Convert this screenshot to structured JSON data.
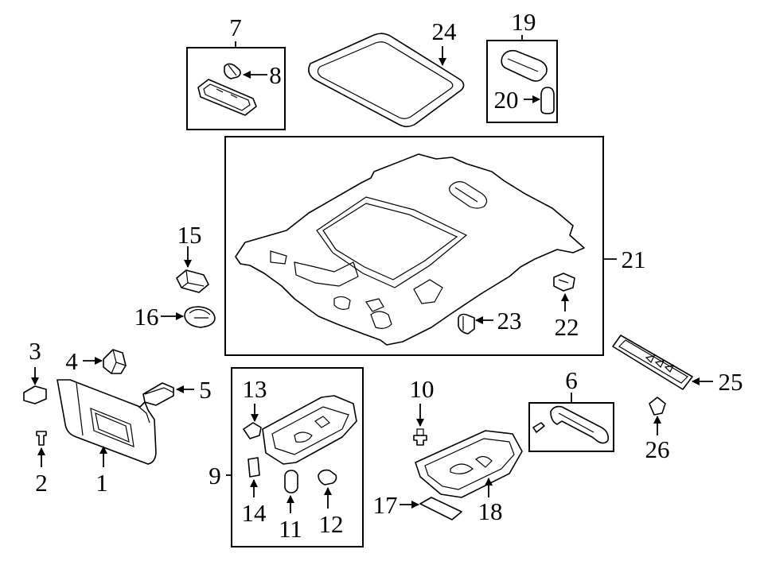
{
  "colors": {
    "highlight": "#5bb8e8",
    "line": "#000000",
    "background": "#ffffff"
  },
  "callouts": {
    "c1": "1",
    "c2": "2",
    "c3": "3",
    "c4": "4",
    "c5": "5",
    "c6": "6",
    "c7": "7",
    "c8": "8",
    "c9": "9",
    "c10": "10",
    "c11": "11",
    "c12": "12",
    "c13": "13",
    "c14": "14",
    "c15": "15",
    "c16": "16",
    "c17": "17",
    "c18": "18",
    "c19": "19",
    "c20": "20",
    "c21": "21",
    "c22": "22",
    "c23": "23",
    "c24": "24",
    "c25": "25",
    "c26": "26"
  }
}
